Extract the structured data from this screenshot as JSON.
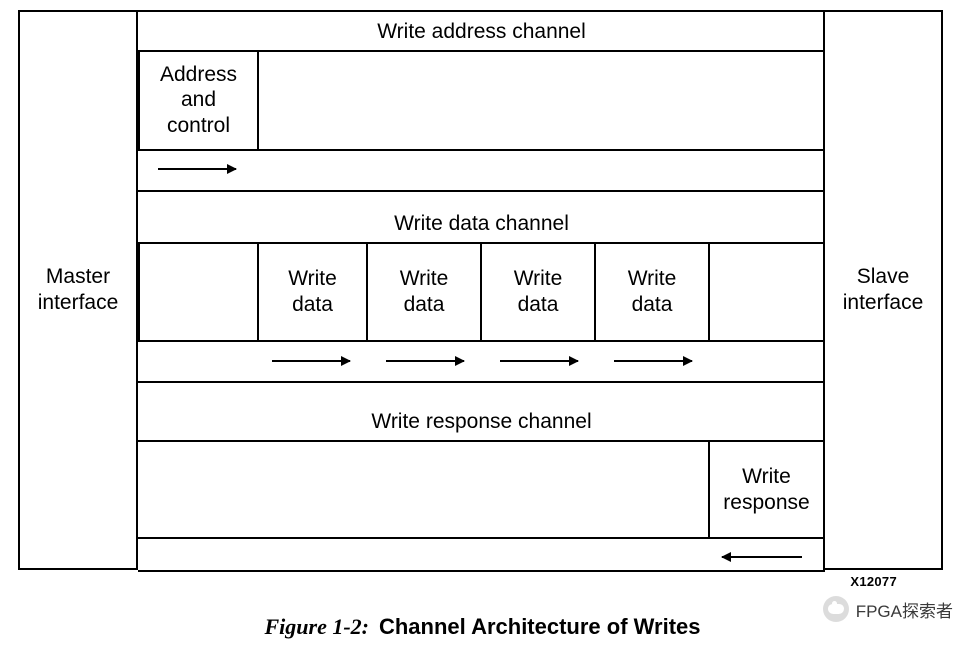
{
  "figure": {
    "id_label": "X12077",
    "caption_number": "Figure 1-2:",
    "caption_title": "Channel Architecture of Writes"
  },
  "endpoints": {
    "master": "Master\ninterface",
    "slave": "Slave\ninterface"
  },
  "channels": [
    {
      "name": "write-address-channel",
      "title": "Write address channel",
      "payloads": [
        "Address\nand\ncontrol"
      ],
      "arrows": [
        {
          "direction": "right"
        }
      ]
    },
    {
      "name": "write-data-channel",
      "title": "Write data channel",
      "payloads": [
        "Write\ndata",
        "Write\ndata",
        "Write\ndata",
        "Write\ndata"
      ],
      "arrows": [
        {
          "direction": "right"
        },
        {
          "direction": "right"
        },
        {
          "direction": "right"
        },
        {
          "direction": "right"
        }
      ]
    },
    {
      "name": "write-response-channel",
      "title": "Write response channel",
      "payloads": [
        "Write\nresponse"
      ],
      "arrows": [
        {
          "direction": "left"
        }
      ]
    }
  ],
  "watermark": {
    "text": "FPGA探索者",
    "logo": "wechat-official-account-icon"
  },
  "colors": {
    "stroke": "#000000",
    "background": "#ffffff"
  }
}
